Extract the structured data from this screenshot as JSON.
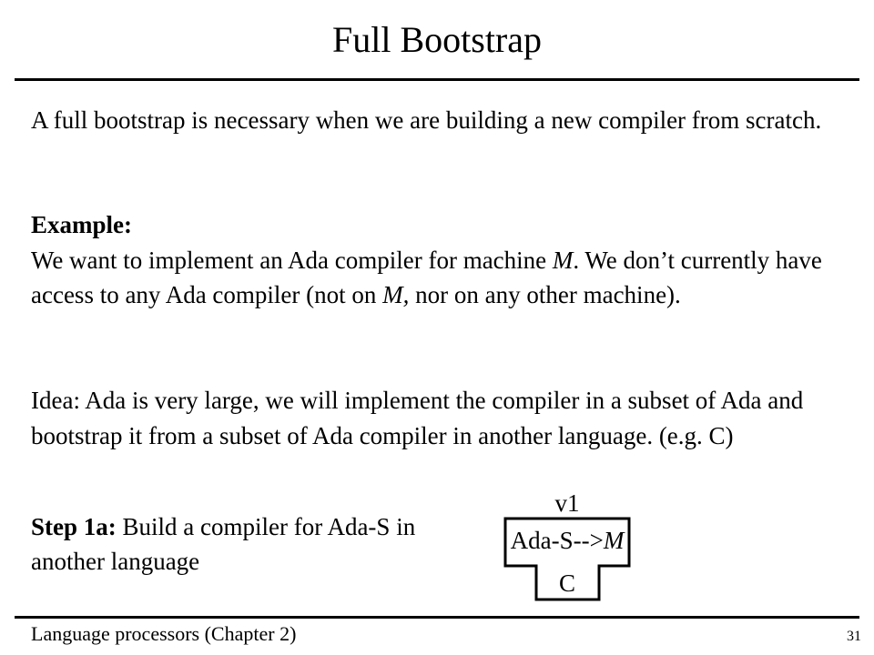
{
  "slide": {
    "title": "Full Bootstrap",
    "intro": "A full bootstrap is necessary when we are building a new compiler from scratch.",
    "example_heading": "Example:",
    "example_text_1": "We want to implement an Ada compiler for machine ",
    "example_machine_1": "M",
    "example_text_2": ". We don’t currently have access to any Ada compiler (not on ",
    "example_machine_2": "M,",
    "example_text_3": " nor on any other machine).",
    "idea": "Idea: Ada is very large, we will implement the compiler in a subset of Ada and bootstrap it from a subset of Ada compiler in another language. (e.g. C)",
    "step_heading": "Step 1a:",
    "step_text": " Build a compiler for Ada-S in another language"
  },
  "diagram": {
    "version_label": "v1",
    "compiler_prefix": "Ada-S-->",
    "compiler_target": "M",
    "implementation_language": "C"
  },
  "footer": {
    "course": "Language processors (Chapter 2)",
    "page_number": "31"
  }
}
